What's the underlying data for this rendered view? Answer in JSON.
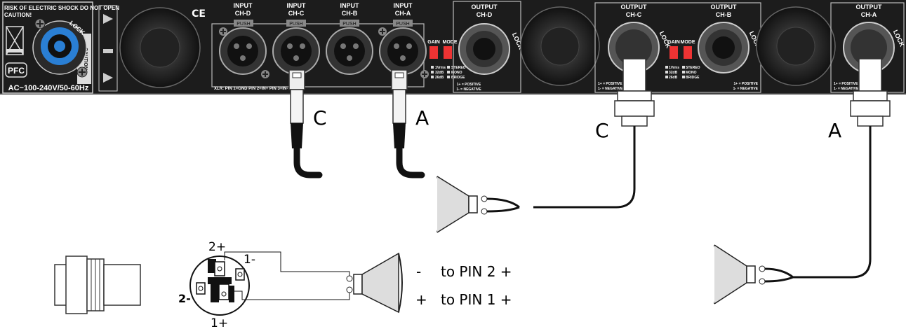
{
  "panel": {
    "warning_line1": "RISK OF ELECTRIC SHOCK DO NOT OPEN",
    "warning_line2": "CAUTION!",
    "caution_label": "CAUTION",
    "ce_mark": "CE",
    "pfc_label": "PFC",
    "lock_label": "LOCK",
    "power_spec": "AC~100-240V/50-60Hz",
    "input_title": "INPUT",
    "input_channels": [
      "CH-D",
      "CH-C",
      "CH-B",
      "CH-A"
    ],
    "push_label": "PUSH",
    "xlr_pinout": "XLR: PIN 1=GND  PIN 2=IN+  PIN 3=IN-",
    "gain_label": "GAIN",
    "mode_label": "MODE",
    "gain_options": [
      "1Vrms",
      "32dB",
      "26dB"
    ],
    "mode_options": [
      "STEREO",
      "MONO",
      "BRIDGE"
    ],
    "output_title": "OUTPUT",
    "output_channels": [
      "CH-D",
      "CH-C",
      "CH-B",
      "CH-A"
    ],
    "polarity_line1": "1+ = POSITIVE",
    "polarity_line2": "1- = NEGATIVE"
  },
  "connections": {
    "xlr_labels": [
      "C",
      "A"
    ],
    "speakon_labels": [
      "C",
      "A"
    ]
  },
  "pin_diagram": {
    "pin_2_plus": "2+",
    "pin_1_minus": "1-",
    "pin_2_minus": "2-",
    "pin_1_plus": "1+",
    "wire_minus_sign": "-",
    "wire_minus_text": "to  PIN 2 +",
    "wire_plus_sign": "+",
    "wire_plus_text": "to  PIN 1 +"
  }
}
